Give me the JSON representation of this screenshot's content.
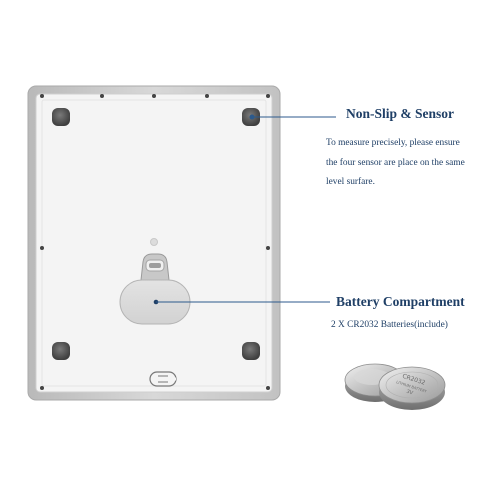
{
  "callouts": {
    "sensor": {
      "title": "Non-Slip & Sensor",
      "lines": [
        "To measure precisely, please ensure",
        "the four sensor are place on the same",
        "level surfare."
      ]
    },
    "battery": {
      "title": "Battery Compartment",
      "detail": "2 X CR2032 Batteries(include)"
    }
  },
  "coins": {
    "front_print": [
      "CR2032",
      "LITHIUM BATTERY",
      "3V"
    ]
  },
  "colors": {
    "text": "#1f3f66",
    "leader_line": "#2c5a8c",
    "device_frame": "#c9c9c9",
    "device_face": "#f3f3f3",
    "foot_pad": "#555555"
  },
  "icons": {
    "hanging_hook": "hook-icon",
    "thumb_notch": "notch-icon"
  }
}
